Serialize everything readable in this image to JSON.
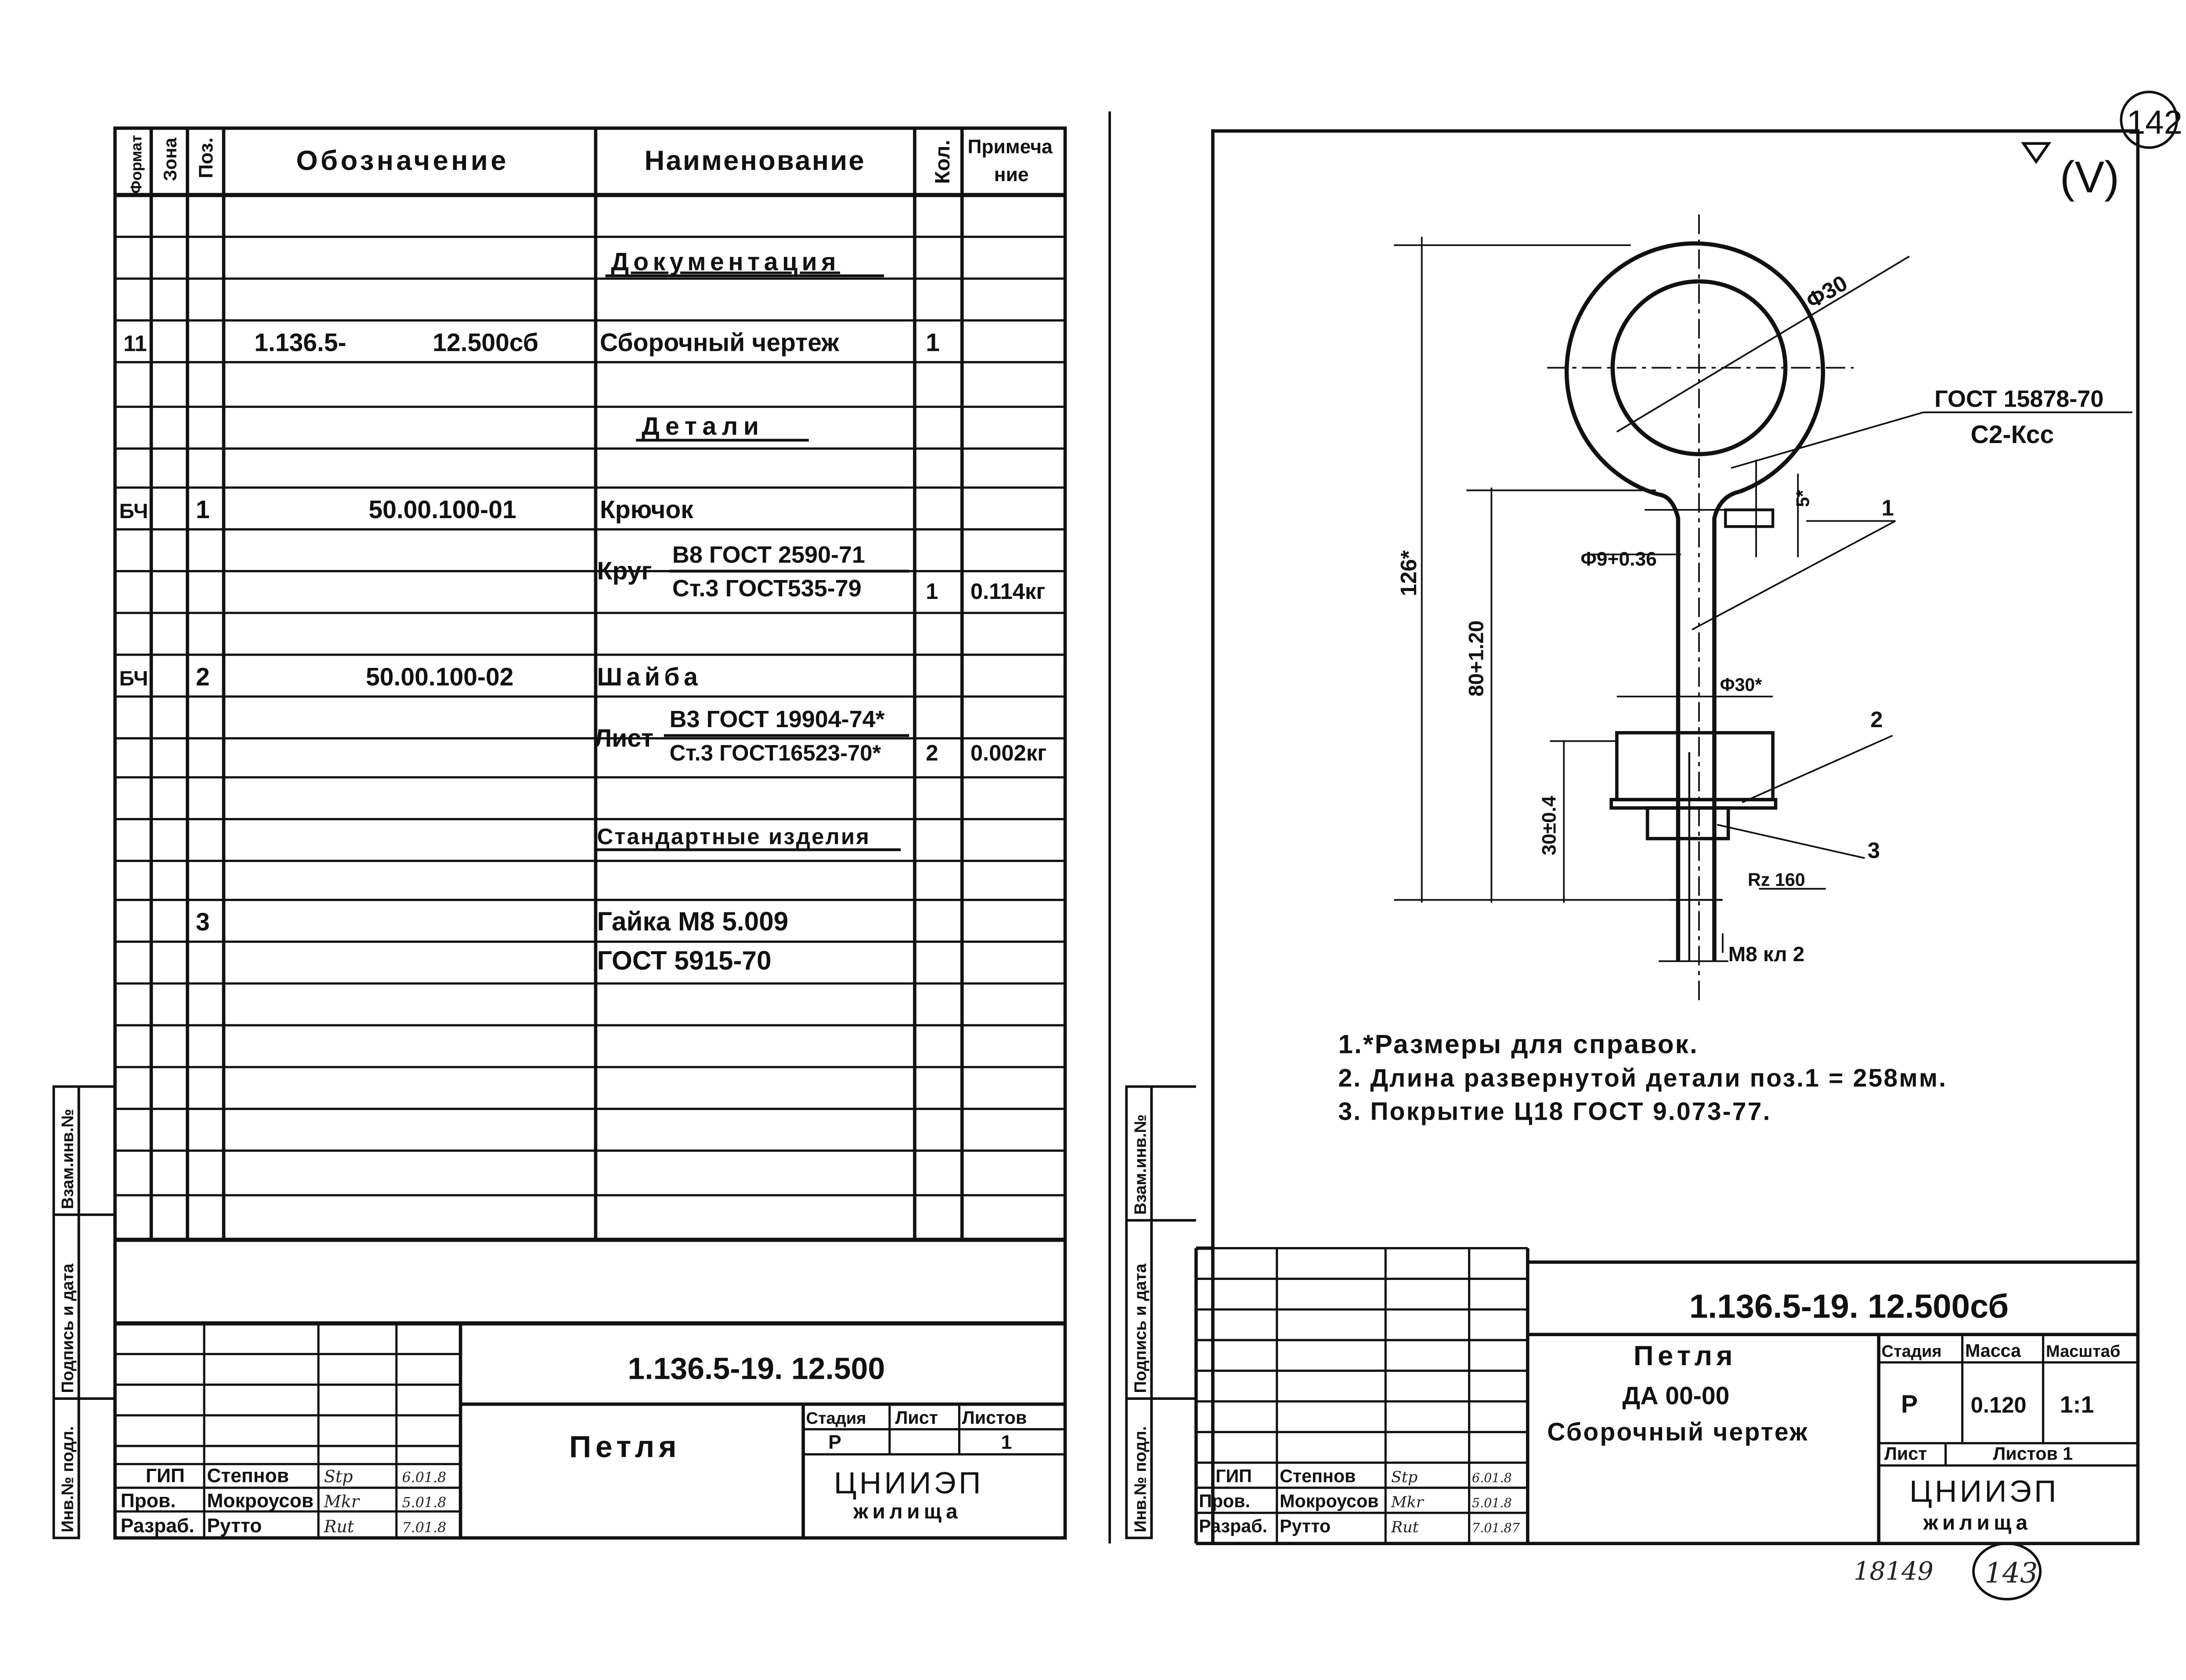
{
  "corner_stamp": "142",
  "roughness_mark": "(V)",
  "spec": {
    "headers": [
      "Формат",
      "Зона",
      "Поз.",
      "Обозначение",
      "Наименование",
      "Кол.",
      "Примеча",
      "ние"
    ],
    "section_documentation": "Документация",
    "section_details": "Детали",
    "section_standard": "Стандартные изделия",
    "row_doc": {
      "format": "11",
      "designation_a": "1.136.5-",
      "designation_b": "12.500сб",
      "name": "Сборочный чертеж",
      "qty": "1"
    },
    "row_hook": {
      "format": "БЧ",
      "pos": "1",
      "designation": "50.00.100-01",
      "name": "Крючок"
    },
    "row_hook_mat": {
      "prefix": "Круг",
      "top": "В8 ГОСТ 2590-71",
      "bottom": "Ст.3 ГОСТ535-79",
      "qty": "1",
      "note": "0.114кг"
    },
    "row_washer": {
      "format": "БЧ",
      "pos": "2",
      "designation": "50.00.100-02",
      "name": "Шайба"
    },
    "row_washer_mat": {
      "prefix": "Лист",
      "top": "В3 ГОСТ 19904-74*",
      "bottom": "Ст.3 ГОСТ16523-70*",
      "qty": "2",
      "note": "0.002кг"
    },
    "row_nut": {
      "pos": "3",
      "name": "Гайка М8 5.009"
    },
    "row_nut_std": {
      "name": "ГОСТ 5915-70"
    }
  },
  "side_labels": [
    "Инв.№ подл.",
    "Подпись и дата",
    "Взам.инв.№"
  ],
  "left_title": {
    "code": "1.136.5-19.  12.500",
    "name": "Петля",
    "stage_h": "Стадия",
    "sheet_h": "Лист",
    "sheets_h": "Листов",
    "stage": "Р",
    "sheets": "1",
    "org1": "ЦНИИЭП",
    "org2": "жилища",
    "people": [
      {
        "role": "ГИП",
        "name": "Степнов",
        "sign": "Stp",
        "date": "6.01.8"
      },
      {
        "role": "Пров.",
        "name": "Мокроусов",
        "sign": "Mkr",
        "date": "5.01.8"
      },
      {
        "role": "Разраб.",
        "name": "Рутто",
        "sign": "Rut",
        "date": "7.01.8"
      }
    ]
  },
  "drawing": {
    "d30": "Φ30",
    "gost_weld": "ГОСТ 15878-70",
    "weld_code": "С2-Ксс",
    "dim_126": "126*",
    "dim_80": "80+1.20",
    "dim_30": "30±0.4",
    "dim_5": "5*",
    "d9": "Φ9+0.36",
    "d30b": "Φ30*",
    "rz": "Rz 160",
    "thread": "M8 кл 2",
    "leaders": [
      "1",
      "2",
      "3"
    ]
  },
  "notes": [
    "1.*Размеры для справок.",
    "2. Длина развернутой детали поз.1 = 258мм.",
    "3. Покрытие Ц18 ГОСТ 9.073-77."
  ],
  "right_title": {
    "code": "1.136.5-19.  12.500сб",
    "name1": "Петля",
    "name2": "ДА 00-00",
    "name3": "Сборочный чертеж",
    "stage_h": "Стадия",
    "mass_h": "Масса",
    "scale_h": "Масштаб",
    "stage": "Р",
    "mass": "0.120",
    "scale": "1:1",
    "sheet_h": "Лист",
    "sheets_h": "Листов 1",
    "org1": "ЦНИИЭП",
    "org2": "жилища",
    "people": [
      {
        "role": "ГИП",
        "name": "Степнов",
        "sign": "Stp",
        "date": "6.01.8"
      },
      {
        "role": "Пров.",
        "name": "Мокроусов",
        "sign": "Mkr",
        "date": "5.01.8"
      },
      {
        "role": "Разраб.",
        "name": "Рутто",
        "sign": "Rut",
        "date": "7.01.87"
      }
    ]
  },
  "bottom_number": "18149",
  "bottom_stamp": "143"
}
